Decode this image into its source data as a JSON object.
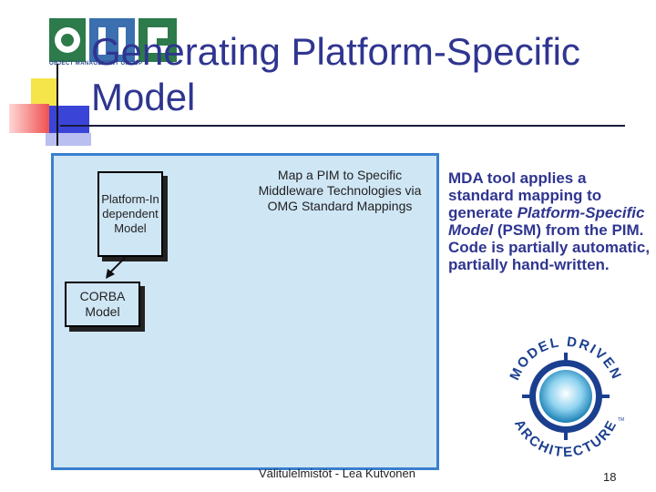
{
  "slide": {
    "title": "Generating Platform-Specific Model",
    "logo": {
      "org": "OMG",
      "caption": "OBJECT MANAGEMENT GROUP"
    },
    "diagram": {
      "source_box": "Platform-Independent Model",
      "target_box": "CORBA Model",
      "mapping_label": "Map a PIM to Specific Middleware Technologies via OMG Standard Mappings"
    },
    "body": {
      "part1": "MDA tool applies a standard mapping to generate ",
      "emphasis": "Platform-Specific Model",
      "part2": " (PSM) from the PIM.  Code is partially automatic, partially hand-written."
    },
    "mda_logo": {
      "top_text": "MODEL DRIVEN",
      "bottom_text": "ARCHITECTURE",
      "tm": "TM"
    },
    "footer": "Välitulelmistöt - Lea Kutvonen",
    "page_number": "18"
  },
  "colors": {
    "title": "#2f3590",
    "panel_bg": "#cfe6f5",
    "panel_border": "#3a7fcf",
    "mda_ring": "#1b3f8f"
  }
}
